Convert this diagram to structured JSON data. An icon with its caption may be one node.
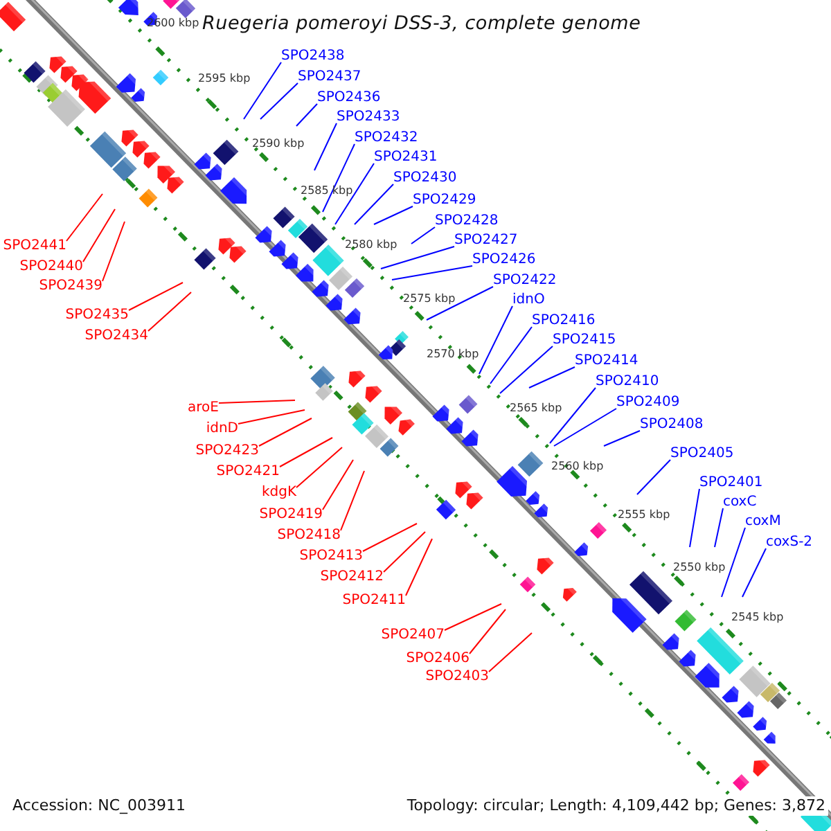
{
  "diagram": {
    "title": "Ruegeria pomeroyi DSS-3, complete genome",
    "nodes": [
      {
        "text": [
          "SPO2438"
        ]
      },
      {
        "text": [
          "SPO2437"
        ]
      },
      {
        "text": [
          "SPO2436"
        ]
      },
      {
        "text": [
          "SPO2433"
        ]
      },
      {
        "text": [
          "SPO2432"
        ]
      },
      {
        "text": [
          "SPO2431"
        ]
      },
      {
        "text": [
          "SPO2430"
        ]
      },
      {
        "text": [
          "SPO2429"
        ]
      },
      {
        "text": [
          "SPO2428"
        ]
      },
      {
        "text": [
          "SPO2427"
        ]
      },
      {
        "text": [
          "SPO2426"
        ]
      },
      {
        "text": [
          "SPO2422"
        ]
      },
      {
        "text": [
          "idnO"
        ]
      },
      {
        "text": [
          "SPO2416"
        ]
      },
      {
        "text": [
          "SPO2415"
        ]
      },
      {
        "text": [
          "SPO2414"
        ]
      },
      {
        "text": [
          "SPO2410"
        ]
      },
      {
        "text": [
          "SPO2409"
        ]
      },
      {
        "text": [
          "SPO2408"
        ]
      },
      {
        "text": [
          "SPO2405"
        ]
      },
      {
        "text": [
          "SPO2401"
        ]
      },
      {
        "text": [
          "coxC"
        ]
      },
      {
        "text": [
          "coxM"
        ]
      },
      {
        "text": [
          "coxS-2"
        ]
      },
      {
        "text": [
          "SPO2441"
        ]
      },
      {
        "text": [
          "SPO2440"
        ]
      },
      {
        "text": [
          "SPO2439"
        ]
      },
      {
        "text": [
          "SPO2435"
        ]
      },
      {
        "text": [
          "SPO2434"
        ]
      },
      {
        "text": [
          "aroE"
        ]
      },
      {
        "text": [
          "idnD"
        ]
      },
      {
        "text": [
          "SPO2423"
        ]
      },
      {
        "text": [
          "SPO2421"
        ]
      },
      {
        "text": [
          "kdgK"
        ]
      },
      {
        "text": [
          "SPO2419"
        ]
      },
      {
        "text": [
          "SPO2418"
        ]
      },
      {
        "text": [
          "SPO2413"
        ]
      },
      {
        "text": [
          "SPO2412"
        ]
      },
      {
        "text": [
          "SPO2411"
        ]
      },
      {
        "text": [
          "SPO2407"
        ]
      },
      {
        "text": [
          "SPO2406"
        ]
      },
      {
        "text": [
          "SPO2403"
        ]
      }
    ],
    "edges": [
      {
        "from": 0,
        "to": null,
        "arrow": "none"
      },
      {
        "from": 1,
        "to": null,
        "arrow": "none"
      },
      {
        "from": 2,
        "to": null,
        "arrow": "none"
      },
      {
        "from": 3,
        "to": null,
        "arrow": "none"
      },
      {
        "from": 4,
        "to": null,
        "arrow": "none"
      },
      {
        "from": 5,
        "to": null,
        "arrow": "none"
      },
      {
        "from": 6,
        "to": null,
        "arrow": "none"
      },
      {
        "from": 7,
        "to": null,
        "arrow": "none"
      },
      {
        "from": 8,
        "to": null,
        "arrow": "none"
      },
      {
        "from": 9,
        "to": null,
        "arrow": "none"
      },
      {
        "from": 10,
        "to": null,
        "arrow": "none"
      },
      {
        "from": 11,
        "to": null,
        "arrow": "none"
      },
      {
        "from": 12,
        "to": null,
        "arrow": "none"
      },
      {
        "from": 13,
        "to": null,
        "arrow": "none"
      },
      {
        "from": 14,
        "to": null,
        "arrow": "none"
      },
      {
        "from": 15,
        "to": null,
        "arrow": "none"
      },
      {
        "from": 16,
        "to": null,
        "arrow": "none"
      },
      {
        "from": 17,
        "to": null,
        "arrow": "none"
      },
      {
        "from": 18,
        "to": null,
        "arrow": "none"
      },
      {
        "from": 19,
        "to": null,
        "arrow": "none"
      },
      {
        "from": 20,
        "to": null,
        "arrow": "none"
      },
      {
        "from": 21,
        "to": null,
        "arrow": "none"
      },
      {
        "from": 22,
        "to": null,
        "arrow": "none"
      },
      {
        "from": 23,
        "to": null,
        "arrow": "none"
      },
      {
        "from": 24,
        "to": null,
        "arrow": "none",
        "color": "#ff0000"
      },
      {
        "from": 25,
        "to": null,
        "arrow": "none",
        "color": "#ff0000"
      },
      {
        "from": 26,
        "to": null,
        "arrow": "none",
        "color": "#ff0000"
      },
      {
        "from": 27,
        "to": null,
        "arrow": "none",
        "color": "#ff0000"
      },
      {
        "from": 28,
        "to": null,
        "arrow": "none",
        "color": "#ff0000"
      },
      {
        "from": 29,
        "to": null,
        "arrow": "none",
        "color": "#ff0000"
      },
      {
        "from": 30,
        "to": null,
        "arrow": "none",
        "color": "#ff0000"
      },
      {
        "from": 31,
        "to": null,
        "arrow": "none",
        "color": "#ff0000"
      },
      {
        "from": 32,
        "to": null,
        "arrow": "none",
        "color": "#ff0000"
      },
      {
        "from": 33,
        "to": null,
        "arrow": "none",
        "color": "#ff0000"
      },
      {
        "from": 34,
        "to": null,
        "arrow": "none",
        "color": "#ff0000"
      },
      {
        "from": 35,
        "to": null,
        "arrow": "none",
        "color": "#ff0000"
      },
      {
        "from": 36,
        "to": null,
        "arrow": "none",
        "color": "#ff0000"
      },
      {
        "from": 37,
        "to": null,
        "arrow": "none",
        "color": "#ff0000"
      },
      {
        "from": 38,
        "to": null,
        "arrow": "none",
        "color": "#ff0000"
      },
      {
        "from": 39,
        "to": null,
        "arrow": "none",
        "color": "#ff0000"
      },
      {
        "from": 40,
        "to": null,
        "arrow": "none",
        "color": "#ff0000"
      },
      {
        "from": 41,
        "to": null,
        "arrow": "none",
        "color": "#ff0000"
      }
    ],
    "labels": [
      "2600 kbp",
      "2595 kbp",
      "2590 kbp",
      "2585 kbp",
      "2580 kbp",
      "2575 kbp",
      "2570 kbp",
      "2565 kbp",
      "2560 kbp",
      "2555 kbp",
      "2550 kbp",
      "2545 kbp",
      "Accession: NC_003911",
      "Topology: circular; Length: 4,109,442 bp; Genes: 3,872"
    ]
  }
}
